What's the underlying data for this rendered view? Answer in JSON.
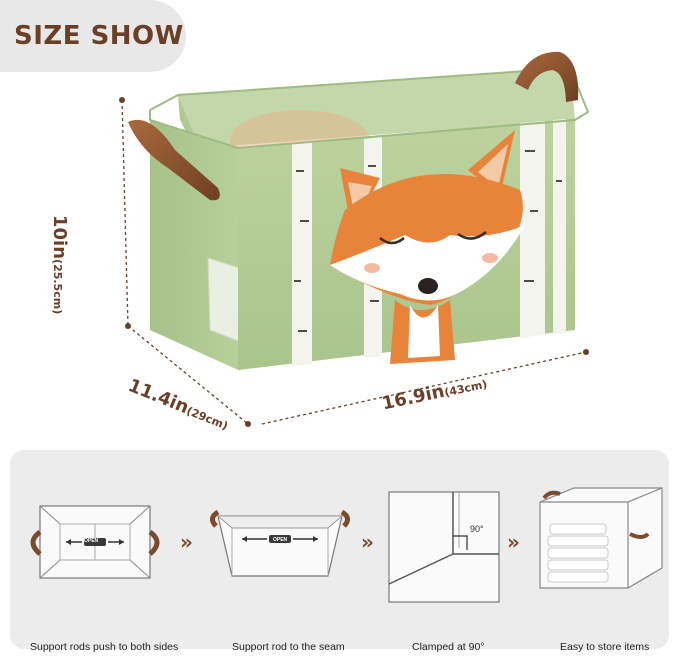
{
  "badge": {
    "title": "SIZE SHOW"
  },
  "dimensions": {
    "height_in": "10in",
    "height_cm": "(25.5cm)",
    "depth_in": "11.4in",
    "depth_cm": "(29cm)",
    "width_in": "16.9in",
    "width_cm": "(43cm)"
  },
  "steps": [
    {
      "caption": "Support rods push to both sides",
      "tag": "OPEN"
    },
    {
      "caption": "Support rod to the seam",
      "tag": "OPEN"
    },
    {
      "caption": "Clamped at 90°",
      "tag": "90°"
    },
    {
      "caption": "Easy to store items"
    }
  ],
  "arrow_glyph": "»",
  "colors": {
    "brand_brown": "#6b3f27",
    "bin_green": "#b7cf9a",
    "fox_orange": "#e8843a",
    "panel_gray": "#ececec"
  }
}
